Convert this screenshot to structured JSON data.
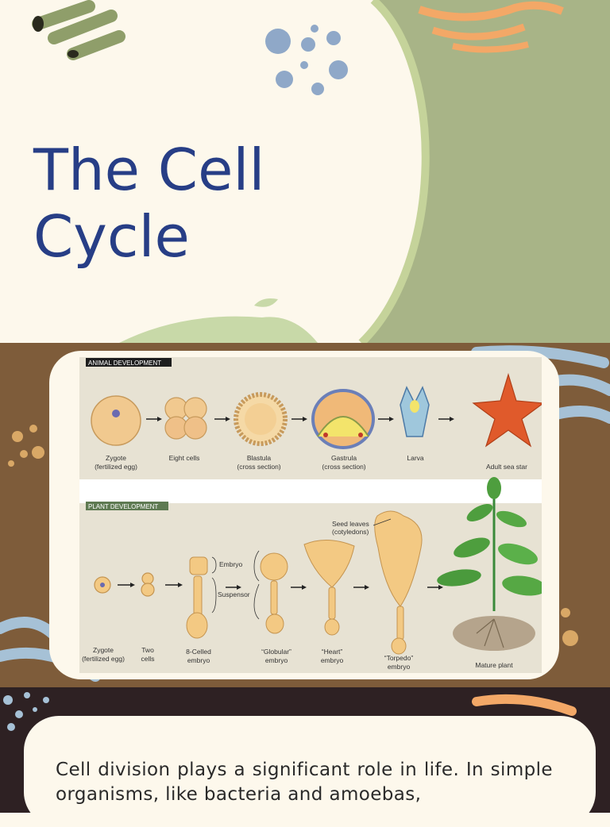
{
  "slide1": {
    "title_line1": "The Cell",
    "title_line2": "Cycle"
  },
  "animal": {
    "header": "ANIMAL DEVELOPMENT",
    "stages": [
      {
        "line1": "Zygote",
        "line2": "(fertilized egg)"
      },
      {
        "line1": "Eight cells",
        "line2": ""
      },
      {
        "line1": "Blastula",
        "line2": "(cross section)"
      },
      {
        "line1": "Gastrula",
        "line2": "(cross section)"
      },
      {
        "line1": "Larva",
        "line2": ""
      },
      {
        "line1": "Adult sea star",
        "line2": ""
      }
    ]
  },
  "plant": {
    "header": "PLANT DEVELOPMENT",
    "stages": [
      {
        "line1": "Zygote",
        "line2": "(fertilized egg)"
      },
      {
        "line1": "Two",
        "line2": "cells"
      },
      {
        "line1": "8-Celled",
        "line2": "embryo"
      },
      {
        "line1": "“Globular”",
        "line2": "embryo"
      },
      {
        "line1": "“Heart”",
        "line2": "embryo"
      },
      {
        "line1": "“Torpedo”",
        "line2": "embryo"
      },
      {
        "line1": "Mature plant",
        "line2": ""
      }
    ],
    "callouts": {
      "embryo": "Embryo",
      "suspensor": "Suspensor",
      "seed_leaves_1": "Seed leaves",
      "seed_leaves_2": "(cotyledons)"
    }
  },
  "slide3": {
    "paragraph": "Cell division plays a significant role in life. In simple organisms, like bacteria and amoebas,"
  },
  "colors": {
    "title": "#273e86",
    "cream": "#fdf8ec",
    "sage": "#a8b487",
    "brown": "#7e5c3a",
    "dark": "#2e2123",
    "header_dark": "#1e1e1e",
    "header_green": "#5e7a52"
  }
}
